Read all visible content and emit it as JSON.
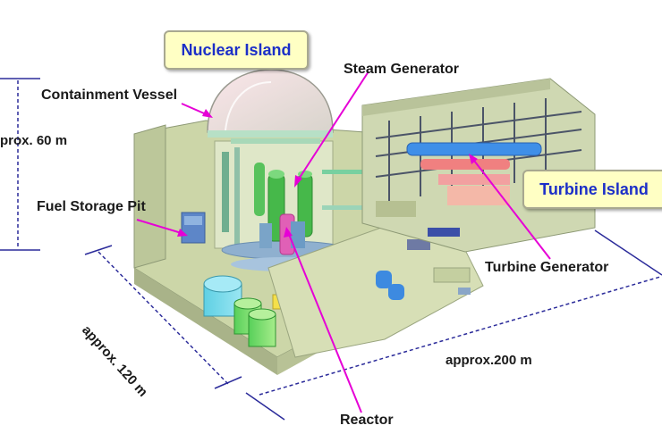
{
  "labels": {
    "nuclear_island": "Nuclear Island",
    "turbine_island": "Turbine Island",
    "containment_vessel": "Containment Vessel",
    "steam_generator": "Steam Generator",
    "fuel_storage_pit": "Fuel Storage Pit",
    "turbine_generator": "Turbine Generator",
    "reactor": "Reactor"
  },
  "dimensions": {
    "height": "prox. 60 m",
    "depth": "approx. 120 m",
    "width": "approx.200 m"
  },
  "colors": {
    "leader": "#e600d6",
    "dimension_line": "#2b2b9a",
    "island_text": "#1c2fc8",
    "island_fill": "#ffffc4",
    "building": "#ccd6a8"
  }
}
